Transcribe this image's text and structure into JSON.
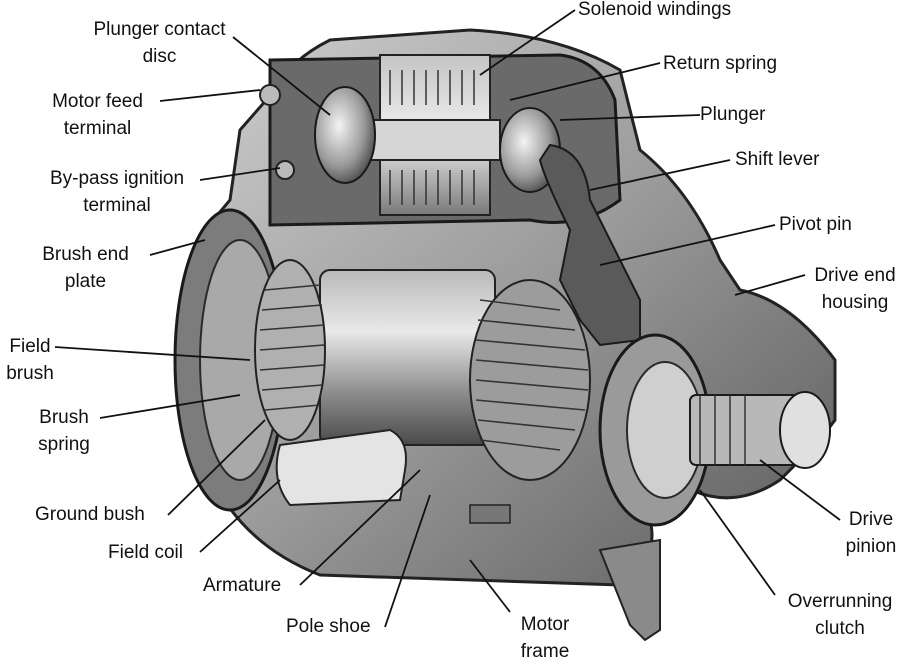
{
  "labels": {
    "plunger_contact_disc": "Plunger contact\ndisc",
    "motor_feed_terminal": "Motor feed\nterminal",
    "bypass_ignition_terminal": "By-pass ignition\nterminal",
    "brush_end_plate": "Brush end\nplate",
    "field_brush": "Field\nbrush",
    "brush_spring": "Brush\nspring",
    "ground_bush": "Ground bush",
    "field_coil": "Field coil",
    "armature": "Armature",
    "pole_shoe": "Pole shoe",
    "motor_frame": "Motor\nframe",
    "solenoid_windings": "Solenoid windings",
    "return_spring": "Return spring",
    "plunger": "Plunger",
    "shift_lever": "Shift lever",
    "pivot_pin": "Pivot pin",
    "drive_end_housing": "Drive end\nhousing",
    "drive_pinion": "Drive\npinion",
    "overrunning_clutch": "Overrunning\nclutch"
  },
  "colors": {
    "background": "#ffffff",
    "line": "#111111",
    "body_dark": "#3a3a3a",
    "body_mid": "#8a8a8a",
    "body_light": "#c8c8c8"
  }
}
